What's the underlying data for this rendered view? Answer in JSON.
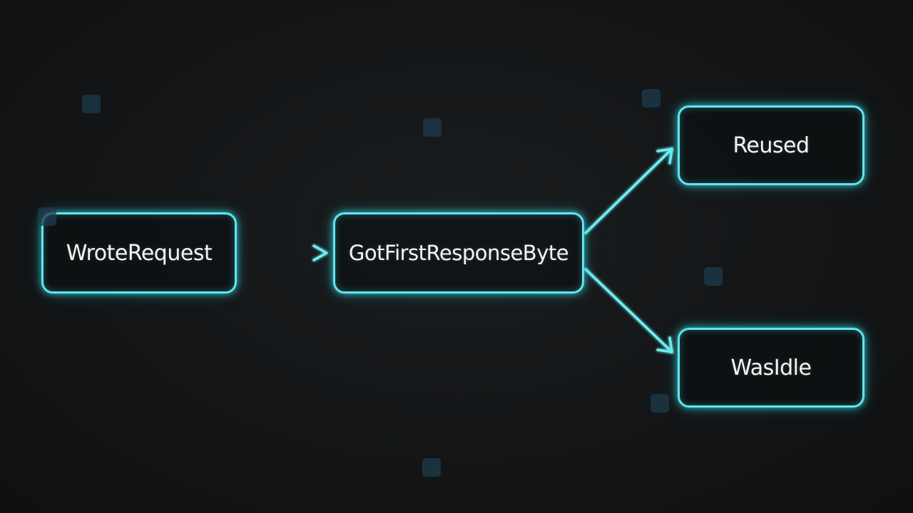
{
  "diagram": {
    "nodes": [
      {
        "id": "wrote",
        "label": "WroteRequest"
      },
      {
        "id": "gotfirst",
        "label": "GotFirstResponseByte"
      },
      {
        "id": "reused",
        "label": "Reused"
      },
      {
        "id": "wasidle",
        "label": "WasIdle"
      }
    ],
    "edges": [
      {
        "from": "WroteRequest",
        "to": "GotFirstResponseByte"
      },
      {
        "from": "GotFirstResponseByte",
        "to": "Reused"
      },
      {
        "from": "GotFirstResponseByte",
        "to": "WasIdle"
      }
    ]
  },
  "colors": {
    "background": "#131517",
    "accent": "#5fe6ee",
    "text": "#f4f6f6"
  }
}
